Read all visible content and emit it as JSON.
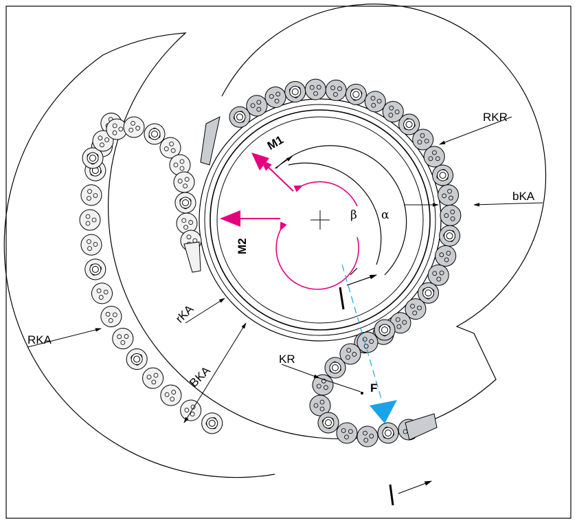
{
  "labels": {
    "rkr": "RKR",
    "bka": "bKA",
    "rka_outer": "RKA",
    "rka_inner": "rKA",
    "bka_width": "BKA",
    "kr": "KR",
    "f": "F",
    "m1": "M1",
    "m2": "M2",
    "alpha": "α",
    "beta": "β"
  },
  "colors": {
    "moment_arrows": "#e5007e",
    "force_arrow": "#1aa3e8",
    "chain_active": "#c9ccd0",
    "chain_passive": "#f2f2f2",
    "line": "#000000"
  }
}
